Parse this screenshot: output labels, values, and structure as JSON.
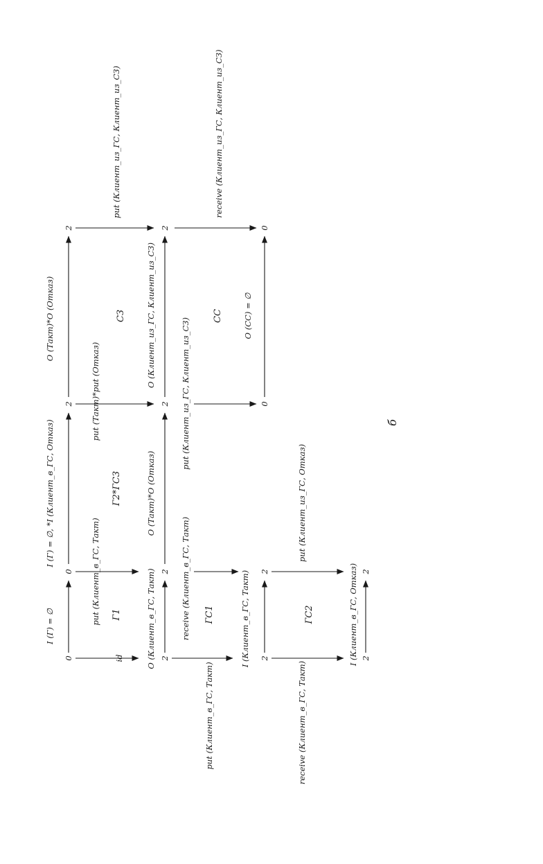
{
  "diagram": {
    "header": {
      "h1": "I (Г) = ∅",
      "h2": "I (Г) = ∅, *I (Клиент_в_ГС, Отказ)",
      "h3": "O (Такт)*O (Отказ)"
    },
    "row1": {
      "n1": "0",
      "n2": "0",
      "n3": "2",
      "n4": "2",
      "id": "id",
      "put_in_tact": "put (Клиент_в_ГС, Такт)",
      "g1": "Г1",
      "put_tact_refuse": "put (Такт)*put (Отказ)",
      "g2g3": "Г2*ГС3",
      "put_out": "put (Клиент_из_ГС, Клиент_из_СЗ)",
      "sz": "СЗ"
    },
    "row2": {
      "o_label": "O (Клиент_в_ГС, Такт)",
      "o_tact_refuse": "O (Такт)*O (Отказ)",
      "o_out": "O (Клиент_из_ГС, Клиент_из_СЗ)",
      "n1": "2",
      "n2": "2",
      "n3": "2",
      "n4": "2",
      "receive_in_tact": "receive (Клиент_в_ГС, Такт)",
      "gs1": "ГС1",
      "put_out": "put (Клиент_из_ГС, Клиент_из_СЗ)",
      "ss": "СС",
      "receive_out": "receive (Клиент_из_ГС, Клиент_из_СЗ)"
    },
    "row3": {
      "o_ss": "O (СС) = ∅",
      "n1": "0",
      "n2": "0",
      "put_in_tact_left": "put (Клиент_в_ГС, Такт)",
      "i_label": "I (Клиент_в_ГС, Такт)",
      "n3": "2",
      "n4": "2",
      "gs2": "ГС2",
      "put_out_refuse": "put (Клиент_из_ГС, Отказ)",
      "receive_in_tact_left": "receive (Клиент_в_ГС, Такт)"
    },
    "row4": {
      "i_label": "I (Клиент_в_ГС, Отказ)",
      "n1": "2",
      "n2": "2"
    },
    "caption": "б"
  }
}
